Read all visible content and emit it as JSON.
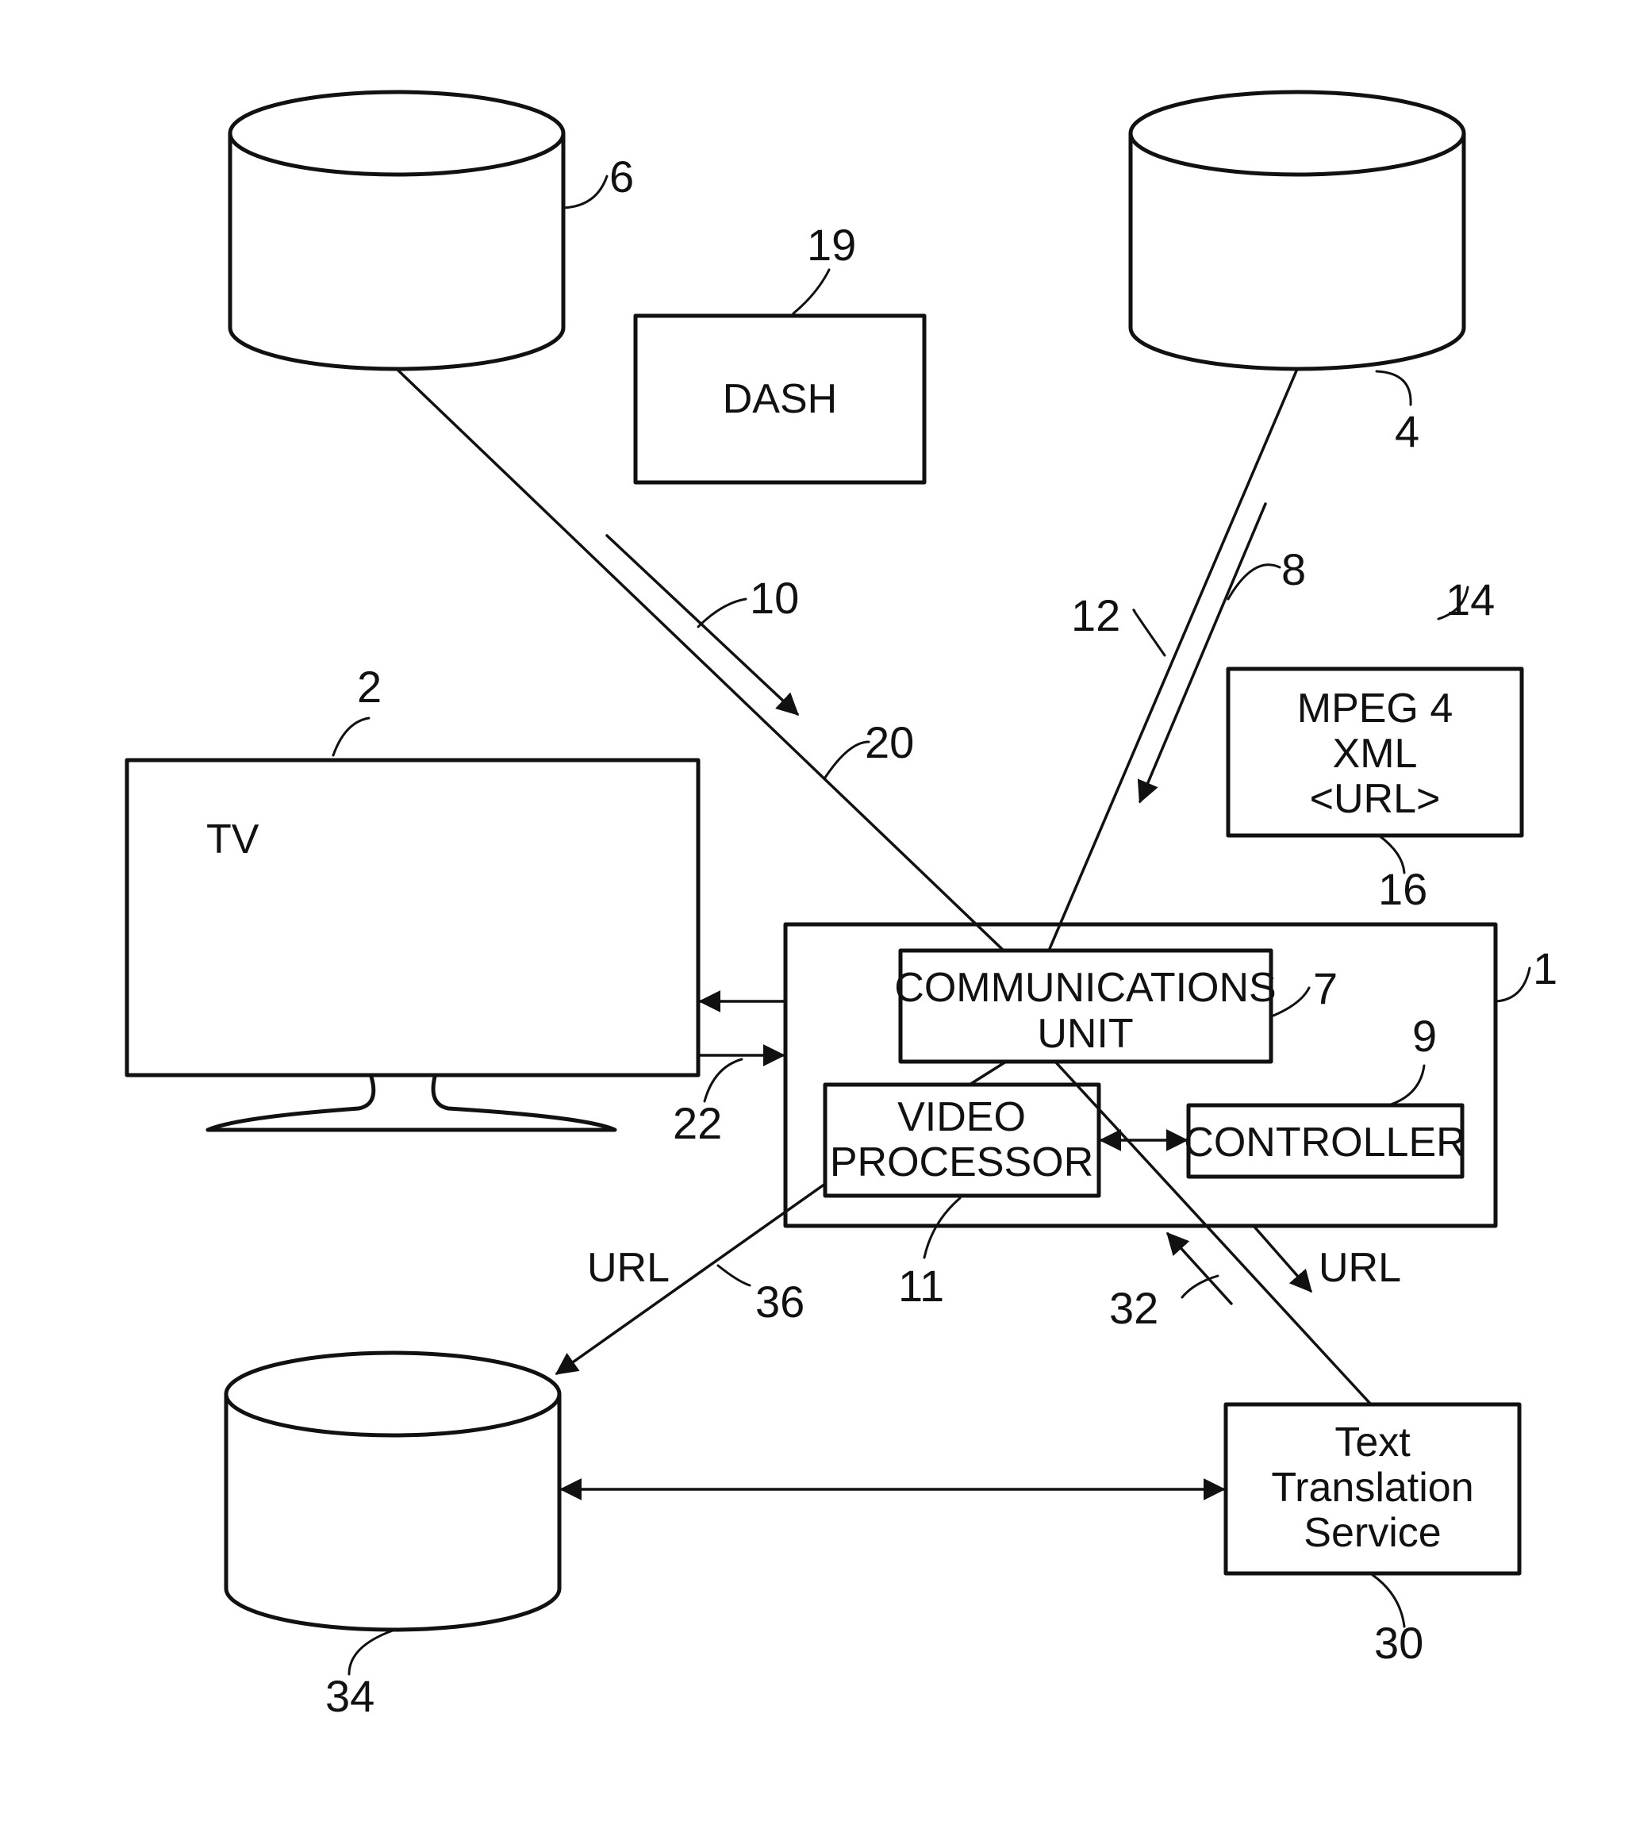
{
  "boxes": {
    "dash": "DASH",
    "tv": "TV",
    "mpeg": [
      "MPEG 4",
      "XML",
      "<URL>"
    ],
    "comms": [
      "COMMUNICATIONS",
      "UNIT"
    ],
    "video": [
      "VIDEO",
      "PROCESSOR"
    ],
    "controller": "CONTROLLER",
    "translation": [
      "Text",
      "Translation",
      "Service"
    ]
  },
  "labels": {
    "url_left": "URL",
    "url_right": "URL"
  },
  "refs": {
    "r1": "1",
    "r2": "2",
    "r4": "4",
    "r6": "6",
    "r7": "7",
    "r8": "8",
    "r9": "9",
    "r10": "10",
    "r11": "11",
    "r12": "12",
    "r14": "14",
    "r16": "16",
    "r19": "19",
    "r20": "20",
    "r22": "22",
    "r30": "30",
    "r32": "32",
    "r34": "34",
    "r36": "36"
  }
}
